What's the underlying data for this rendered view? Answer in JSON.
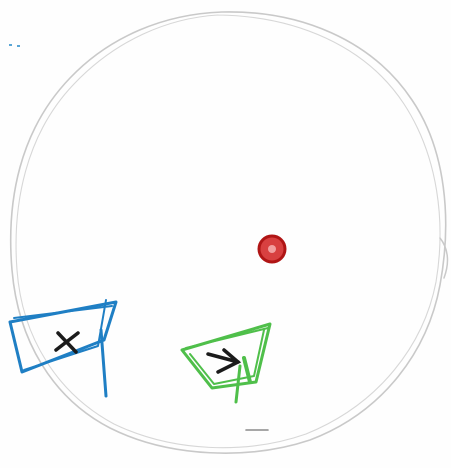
{
  "drawing": {
    "background_color": "#fefefe",
    "outline_color": "#c9c9c9",
    "dot_color": "#d11f1f",
    "blue_marker_color": "#1f7fc4",
    "green_marker_color": "#4fbf4a",
    "x_mark_color": "#1b1b1b",
    "speck_color": "#5aa6d6",
    "shapes": [
      {
        "name": "circle-outline",
        "kind": "hand-drawn circle"
      },
      {
        "name": "red-dot",
        "kind": "filled dot"
      },
      {
        "name": "blue-quadrilateral",
        "kind": "hand-drawn quadrilateral with x mark"
      },
      {
        "name": "green-quadrilateral",
        "kind": "hand-drawn quadrilateral with arrow mark"
      }
    ]
  }
}
